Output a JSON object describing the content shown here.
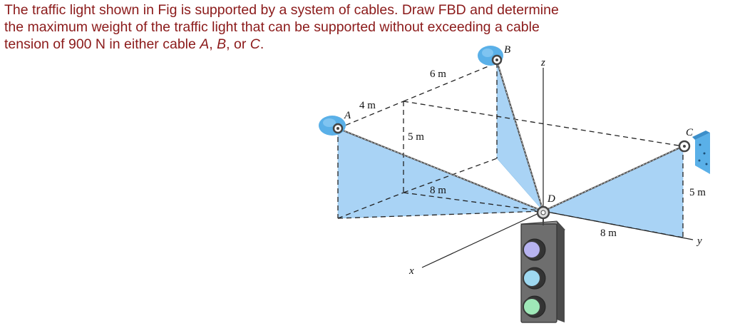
{
  "problem": {
    "line1": "The traffic light shown in Fig is supported by a system of cables. Draw FBD and determine",
    "line2": "the maximum weight of the traffic light that can be supported without exceeding a cable",
    "line3_pre": "tension of 900 N in either cable ",
    "cable_a": "A",
    "sep1": ", ",
    "cable_b": "B",
    "sep2": ", or ",
    "cable_c": "C",
    "line3_post": "."
  },
  "figure": {
    "points": {
      "A": "A",
      "B": "B",
      "C": "C",
      "D": "D"
    },
    "axes": {
      "x": "x",
      "y": "y",
      "z": "z"
    },
    "dimensions": {
      "d_4m": "4 m",
      "d_6m": "6 m",
      "d_5m_left": "5 m",
      "d_8m_center": "8 m",
      "d_8m_right": "8 m",
      "d_5m_right": "5 m"
    },
    "colors": {
      "triangle_fill": "#a9d3f5",
      "cable": "#555555",
      "support_blue": "#5ab0e8",
      "light_top": "#b7b3f0",
      "light_mid": "#9ed8f0",
      "light_bottom": "#9fe8b8",
      "housing": "#6e6e6e"
    }
  }
}
